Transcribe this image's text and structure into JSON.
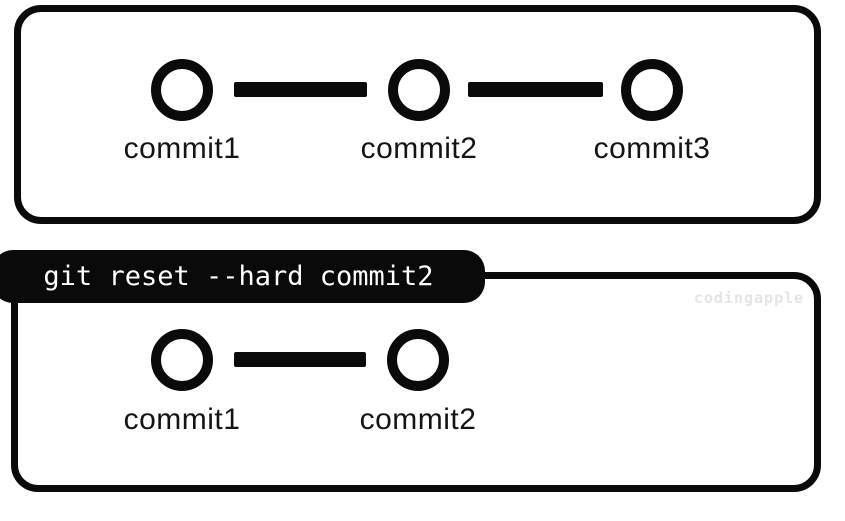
{
  "diagram": {
    "background_color": "#ffffff",
    "stroke_color": "#0a0a0a",
    "command_badge": {
      "text": "git reset --hard commit2",
      "background_color": "#0a0a0a",
      "text_color": "#ffffff"
    },
    "watermark": {
      "text": "codingapple",
      "color": "#e4e4e4"
    },
    "before": {
      "description": "commit history before reset",
      "commits": [
        {
          "label": "commit1"
        },
        {
          "label": "commit2"
        },
        {
          "label": "commit3"
        }
      ]
    },
    "after": {
      "description": "commit history after reset",
      "commits": [
        {
          "label": "commit1"
        },
        {
          "label": "commit2"
        }
      ]
    }
  }
}
